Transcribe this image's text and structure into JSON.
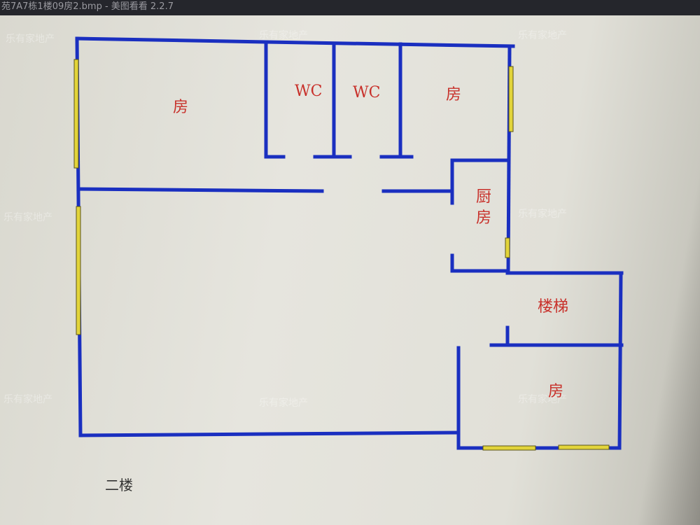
{
  "window": {
    "title": "苑7A7栋1楼09房2.bmp - 美图看看 2.2.7"
  },
  "plan": {
    "rooms": [
      "房",
      "WC",
      "WC",
      "房",
      "厨",
      "房",
      "楼梯",
      "房"
    ],
    "floor_label": "二楼",
    "watermark": "乐有家地产",
    "colors": {
      "wall": "#1a2fc0",
      "window": "#e2d43a",
      "label": "#c8302a"
    }
  }
}
